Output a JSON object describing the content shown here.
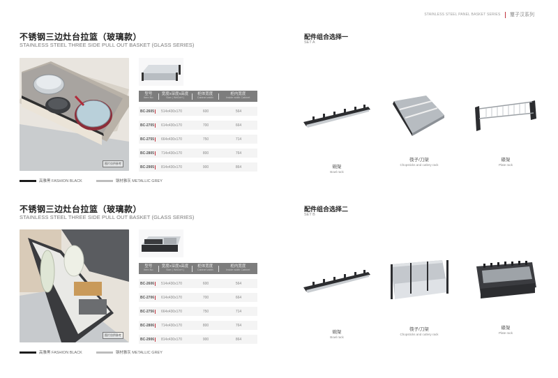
{
  "series_header": {
    "en": "STAINLESS STEEL PANEL BASKET SERIES",
    "cn": "璽子汉系列"
  },
  "sections": [
    {
      "title_cn": "不锈钢三边灶台拉篮（玻璃款）",
      "title_en": "STAINLESS STEEL THREE SIDE PULL OUT BASKET (GLASS SERIES)",
      "photo_badge": "图片仅供参考",
      "table": {
        "headers": [
          {
            "cn": "型号",
            "en": "Item No"
          },
          {
            "cn": "宽度x深度x高度",
            "en": "Size ( WxDxH )"
          },
          {
            "cn": "柜体宽度",
            "en": "Cabinet width"
          },
          {
            "cn": "柜内宽度",
            "en": "Inside width Cabinet"
          }
        ],
        "rows": [
          {
            "model": "BC-2605",
            "size": "514x430x170",
            "cabinet": "600",
            "inside": "564"
          },
          {
            "model": "BC-2705",
            "size": "614x430x170",
            "cabinet": "700",
            "inside": "664"
          },
          {
            "model": "BC-2755",
            "size": "664x430x170",
            "cabinet": "750",
            "inside": "714"
          },
          {
            "model": "BC-2805",
            "size": "714x430x170",
            "cabinet": "800",
            "inside": "764"
          },
          {
            "model": "BC-2905",
            "size": "814x430x170",
            "cabinet": "900",
            "inside": "864"
          }
        ]
      },
      "legend": [
        {
          "label": "高雅黑 FASHION BLACK",
          "color": "#1c1c1c"
        },
        {
          "label": "钢材雅灰 METALLIC GREY",
          "color": "#bdbdbd"
        }
      ]
    },
    {
      "title_cn": "不锈钢三边灶台拉篮（玻璃款）",
      "title_en": "STAINLESS STEEL THREE SIDE PULL OUT BASKET (GLASS SERIES)",
      "photo_badge": "图片仅供参考",
      "table": {
        "headers": [
          {
            "cn": "型号",
            "en": "Item No"
          },
          {
            "cn": "宽度x深度x高度",
            "en": "Size ( WxDxH )"
          },
          {
            "cn": "柜体宽度",
            "en": "Cabinet width"
          },
          {
            "cn": "柜内宽度",
            "en": "Inside width Cabinet"
          }
        ],
        "rows": [
          {
            "model": "BC-2606",
            "size": "514x430x170",
            "cabinet": "600",
            "inside": "564"
          },
          {
            "model": "BC-2706",
            "size": "614x430x170",
            "cabinet": "700",
            "inside": "664"
          },
          {
            "model": "BC-2756",
            "size": "664x430x170",
            "cabinet": "750",
            "inside": "714"
          },
          {
            "model": "BC-2806",
            "size": "714x430x170",
            "cabinet": "800",
            "inside": "764"
          },
          {
            "model": "BC-2906",
            "size": "814x430x170",
            "cabinet": "900",
            "inside": "864"
          }
        ]
      },
      "legend": [
        {
          "label": "高雅黑 FASHION BLACK",
          "color": "#1c1c1c"
        },
        {
          "label": "钢材雅灰 METALLIC GREY",
          "color": "#bdbdbd"
        }
      ]
    }
  ],
  "sets": [
    {
      "title_cn": "配件组合选择一",
      "title_en": "SET A",
      "items": [
        {
          "cn": "碗架",
          "en": "Bowl rack"
        },
        {
          "cn": "筷子/刀架",
          "en": "Chopsticks and cutlery rack"
        },
        {
          "cn": "碟架",
          "en": "Plate rack"
        }
      ]
    },
    {
      "title_cn": "配件组合选择二",
      "title_en": "SET B",
      "items": [
        {
          "cn": "碗架",
          "en": "Bowl rack"
        },
        {
          "cn": "筷子/刀架",
          "en": "Chopsticks and cutlery rack"
        },
        {
          "cn": "碟架",
          "en": "Plate rack"
        }
      ]
    }
  ],
  "colors": {
    "accent_red": "#c0323c",
    "table_header": "#7d7d7d",
    "row_bg": "#f4f4f4"
  }
}
